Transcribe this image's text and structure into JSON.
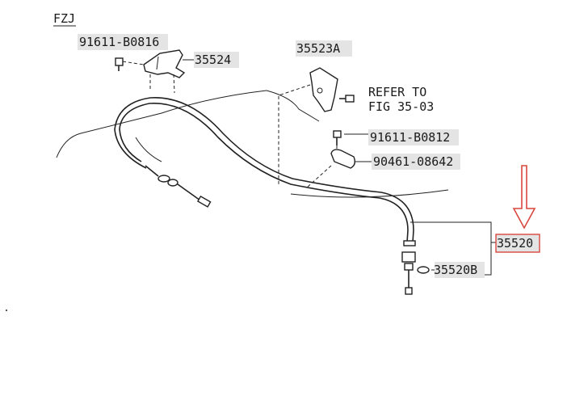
{
  "labels": {
    "model": "FZJ",
    "bolt_top": "91611-B0816",
    "bracket": "35524",
    "plate": "35523A",
    "refer_line1": "REFER TO",
    "refer_line2_prefix": "FIG ",
    "refer_line2_fig": "35-03",
    "bolt_right": "91611-B0812",
    "clamp": "90461-08642",
    "cable": "35520",
    "oring": "35520B"
  },
  "colors": {
    "arrow": "#d9473f",
    "highlight_border": "#d9473f",
    "tag_background": "#e4e4e4",
    "ink": "#222222"
  },
  "icons": {
    "callout_arrow": "down-arrow-icon"
  }
}
